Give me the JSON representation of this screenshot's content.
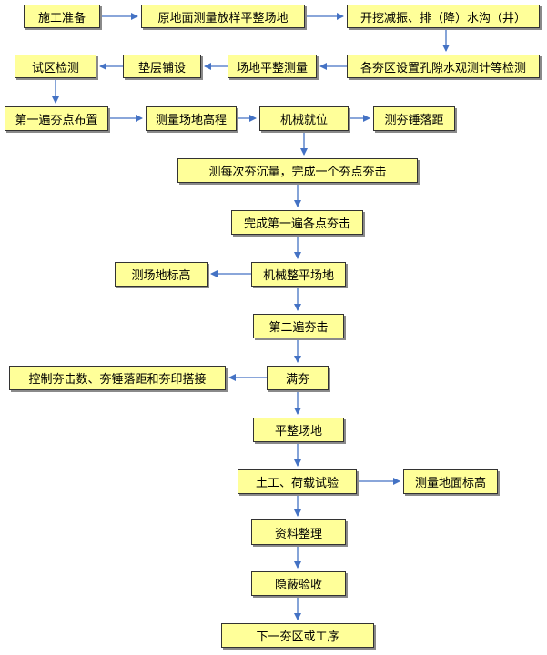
{
  "colors": {
    "box_fill": "#ffff99",
    "box_border": "#333333",
    "arrow": "#4472c4"
  },
  "nodes": {
    "n1": "施工准备",
    "n2": "原地面测量放样平整场地",
    "n3": "开挖减振、排（降）水沟（井）",
    "n4": "各夯区设置孔隙水观测计等检测",
    "n5": "场地平整测量",
    "n6": "垫层铺设",
    "n7": "试区检测",
    "n8": "第一遍夯点布置",
    "n9": "测量场地高程",
    "n10": "机械就位",
    "n11": "测夯锤落距",
    "n12": "测每次夯沉量，完成一个夯点夯击",
    "n13": "完成第一遍各点夯击",
    "n14": "机械整平场地",
    "n15": "测场地标高",
    "n16": "第二遍夯击",
    "n17": "满夯",
    "n18": "控制夯击数、夯锤落距和夯印搭接",
    "n19": "平整场地",
    "n20": "土工、荷载试验",
    "n21": "测量地面标高",
    "n22": "资料整理",
    "n23": "隐蔽验收",
    "n24": "下一夯区或工序"
  }
}
